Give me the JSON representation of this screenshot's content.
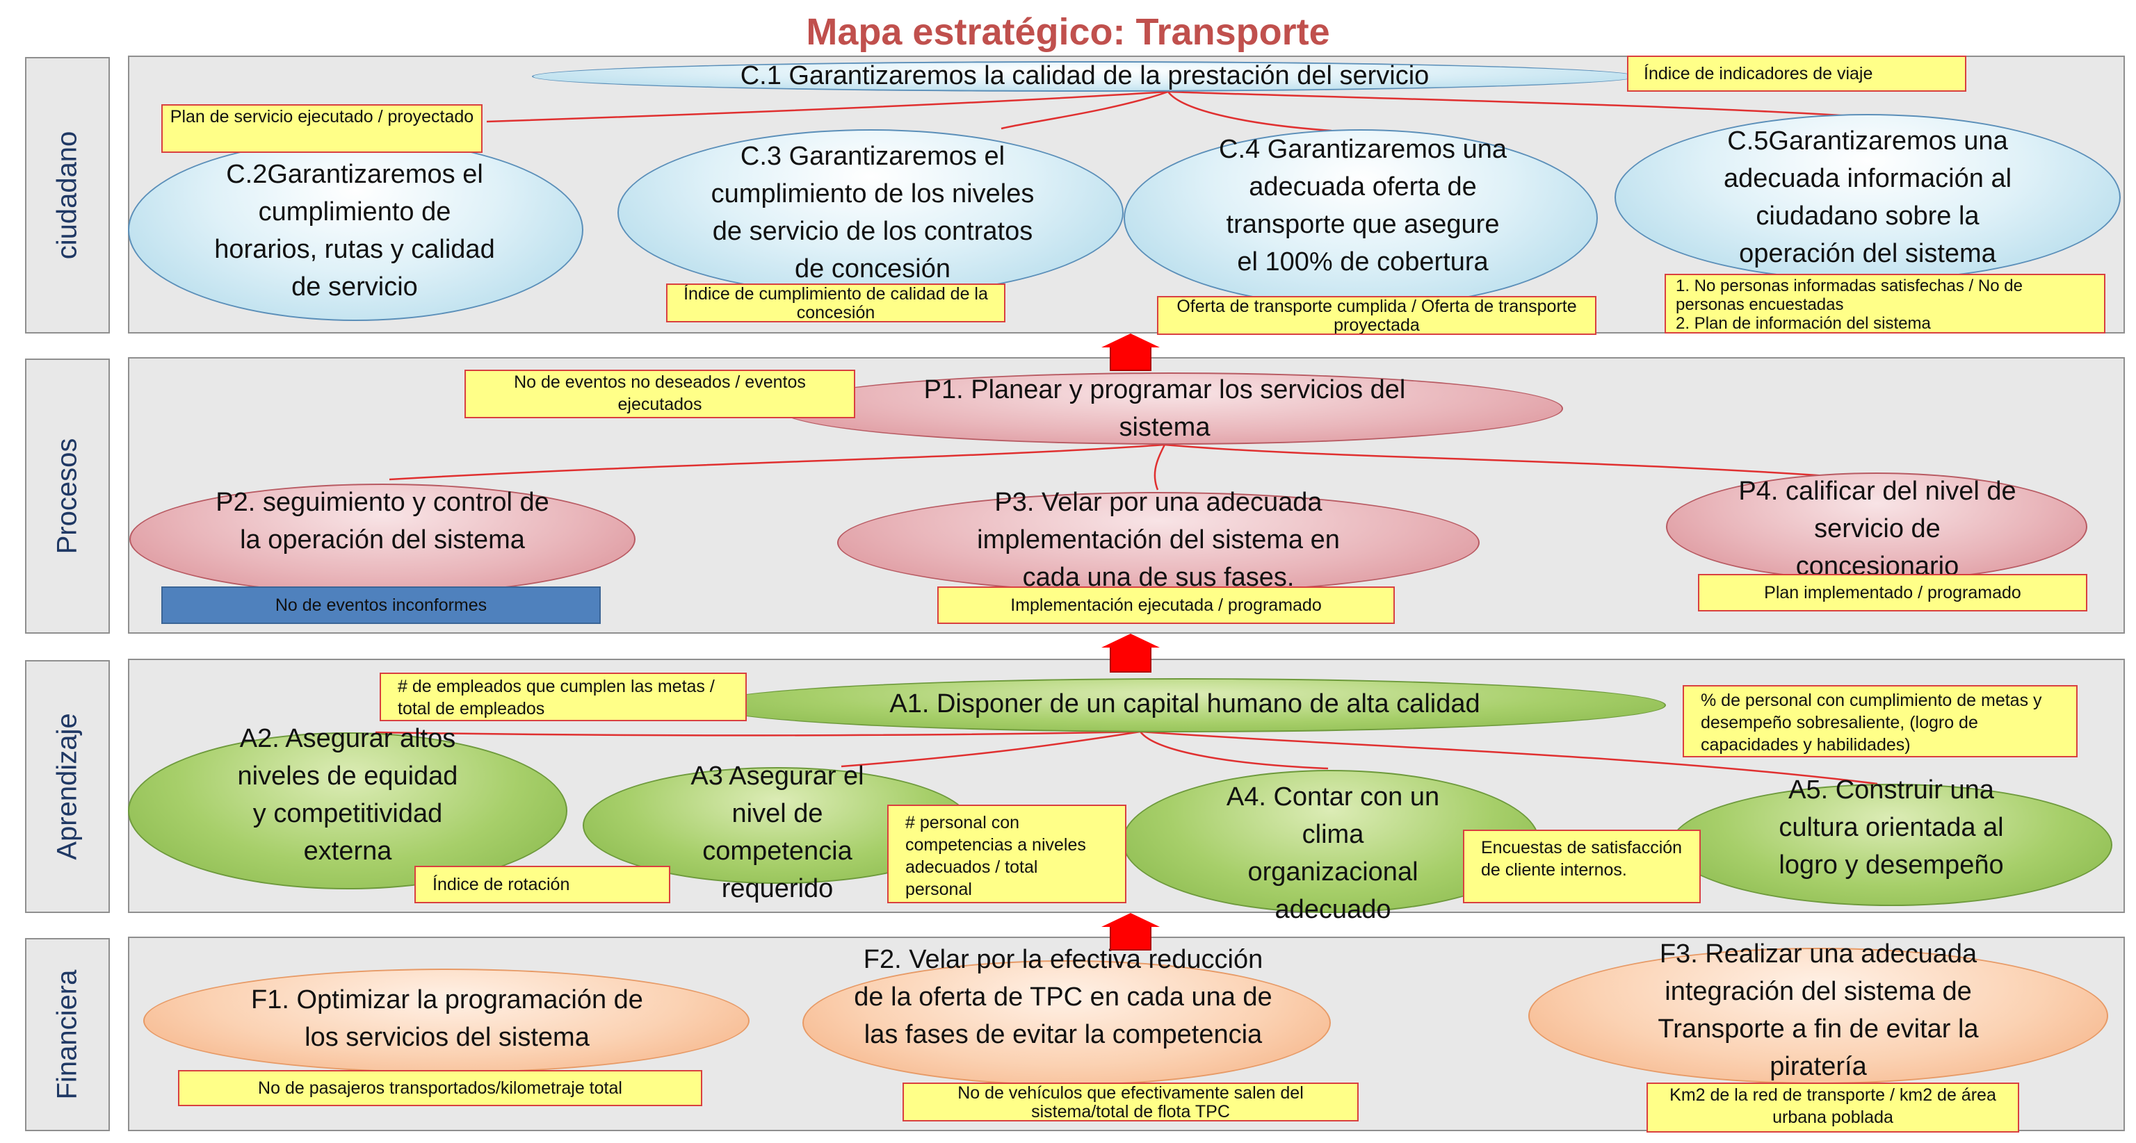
{
  "title": "Mapa estratégico: Transporte",
  "lanes": {
    "ciudadano": "ciudadano",
    "procesos": "Procesos",
    "aprendizaje": "Aprendizaje",
    "financiera": "Financiera"
  },
  "objectives": {
    "c1": "C.1 Garantizaremos la calidad de la prestación del servicio",
    "c2": "C.2Garantizaremos el cumplimiento de horarios, rutas y calidad de servicio",
    "c3": "C.3 Garantizaremos el cumplimiento de los niveles de servicio de los contratos de concesión",
    "c4": "C.4 Garantizaremos una adecuada oferta de transporte que asegure el 100%  de cobertura",
    "c5": "C.5Garantizaremos una adecuada información al ciudadano sobre la operación del sistema",
    "p1": "P1. Planear y programar los servicios del sistema",
    "p2": "P2. seguimiento y control de la operación del sistema",
    "p3": "P3. Velar  por una adecuada implementación del sistema en cada una de sus fases.",
    "p4": "P4. calificar del nivel de servicio de concesionario",
    "a1": "A1. Disponer de un capital humano de alta calidad",
    "a2": "A2. Asegurar altos niveles de equidad y competitividad externa",
    "a3": "A3 Asegurar el nivel de competencia requerido",
    "a4": "A4. Contar con un clima organizacional adecuado",
    "a5": "A5. Construir una cultura orientada al logro y desempeño",
    "f1": "F1. Optimizar la programación de los servicios del sistema",
    "f2": "F2. Velar por la efectiva reducción de la oferta de TPC en cada una de las fases de evitar la competencia",
    "f3": "F3. Realizar una adecuada integración del sistema de Transporte a fin de evitar la piratería"
  },
  "indicators": {
    "c1": "Índice de indicadores de viaje",
    "c2": "Plan de servicio ejecutado / proyectado",
    "c3": "Índice de cumplimiento de calidad de  la concesión",
    "c4": "Oferta de transporte cumplida / Oferta de transporte proyectada",
    "c5_line1": "1. No personas informadas satisfechas / No de personas encuestadas",
    "c5_line2": "2. Plan de información del sistema",
    "p1": "No de eventos no deseados / eventos ejecutados",
    "p2": "No de eventos inconformes",
    "p3": "Implementación ejecutada / programado",
    "p4": "Plan implementado / programado",
    "a1": "# de empleados que cumplen las metas / total de empleados",
    "a2": "Índice de rotación",
    "a3": "#  personal con competencias a niveles adecuados  / total personal",
    "a4": "Encuestas de satisfacción de cliente internos.",
    "a5": "% de personal con cumplimiento de metas y desempeño sobresaliente, (logro de capacidades y habilidades)",
    "f1": "No de pasajeros transportados/kilometraje total",
    "f2": "No de vehículos que efectivamente salen del sistema/total de flota TPC",
    "f3": "Km2 de la red de transporte / km2 de área urbana poblada"
  },
  "colors": {
    "title": "#c0504d",
    "lane_text": "#1f3864",
    "connector": "#e03030",
    "arrow": "#ff0000",
    "note_fill": "#ffff88",
    "note_border": "#d94040",
    "customer": "#bfe3f0",
    "process": "#e3a5ab",
    "learning": "#9bc65a",
    "financial": "#f9c39c"
  }
}
